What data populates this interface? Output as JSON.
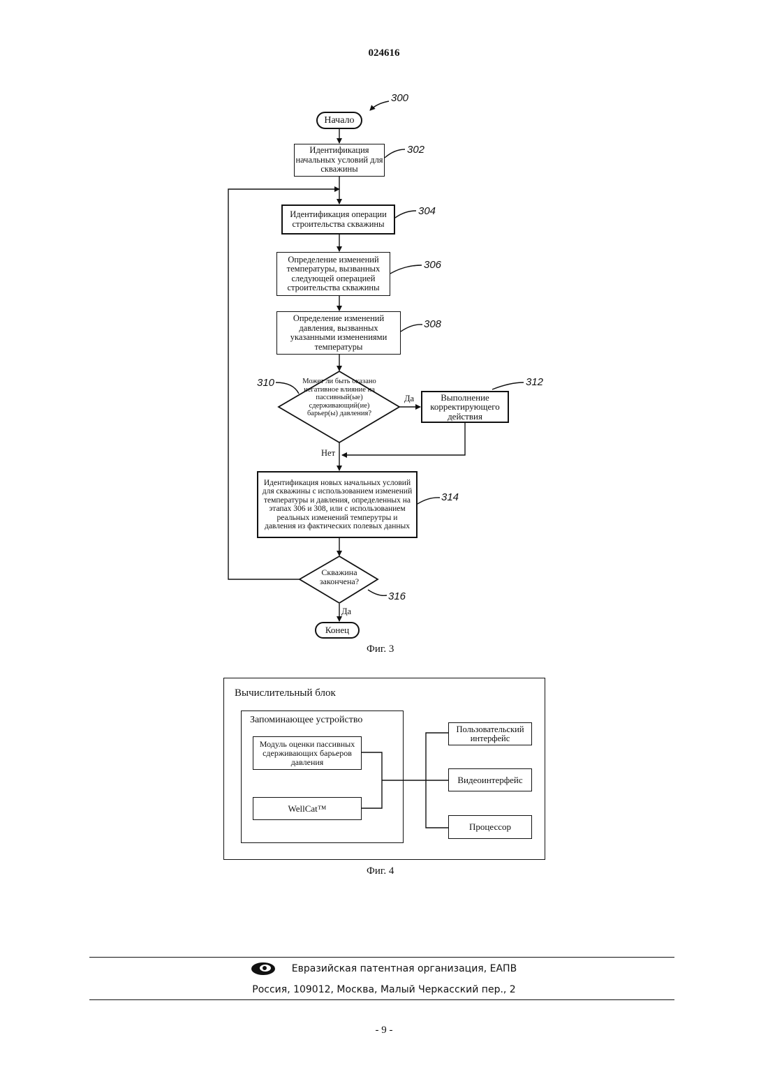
{
  "header": {
    "doc_number": "024616"
  },
  "fig3": {
    "ref_main": "300",
    "start": "Начало",
    "steps": [
      {
        "id": "302",
        "text": "Идентификация начальных условий для скважины"
      },
      {
        "id": "304",
        "text": "Идентификация операции строительства скважины"
      },
      {
        "id": "306",
        "text": "Определение изменений температуры, вызванных следующей операцией строительства скважины"
      },
      {
        "id": "308",
        "text": "Определение изменений давления, вызванных указанными изменениями температуры"
      }
    ],
    "decision_310": {
      "id": "310",
      "text": "Может ли быть оказано негативное влияние на пассивный(ые) сдерживающий(ие) барьер(ы) давления?"
    },
    "action_312": {
      "id": "312",
      "text": "Выполнение корректирующего действия"
    },
    "yes": "Да",
    "no": "Нет",
    "step_314": {
      "id": "314",
      "text": "Идентификация новых начальных условий для скважины с использованием изменений температуры и давления, определенных на этапах 306 и 308, или с использованием реальных изменений темперутры и давления из фактических полевых данных"
    },
    "decision_316": {
      "id": "316",
      "text": "Скважина закончена?"
    },
    "yes2": "Да",
    "end": "Конец",
    "caption": "Фиг. 3"
  },
  "fig4": {
    "compute_unit": "Вычислительный блок",
    "memory": "Запоминающее устройство",
    "module": "Модуль оценки пассивных сдерживающих барьеров давления",
    "wellcat": "WellCat™",
    "user_interface": "Пользовательский интерфейс",
    "video_interface": "Видеоинтерфейс",
    "processor": "Процессор",
    "caption": "Фиг. 4"
  },
  "footer": {
    "org": "Евразийская патентная организация, ЕАПВ",
    "address": "Россия, 109012, Москва, Малый Черкасский пер., 2",
    "page": "- 9 -"
  }
}
